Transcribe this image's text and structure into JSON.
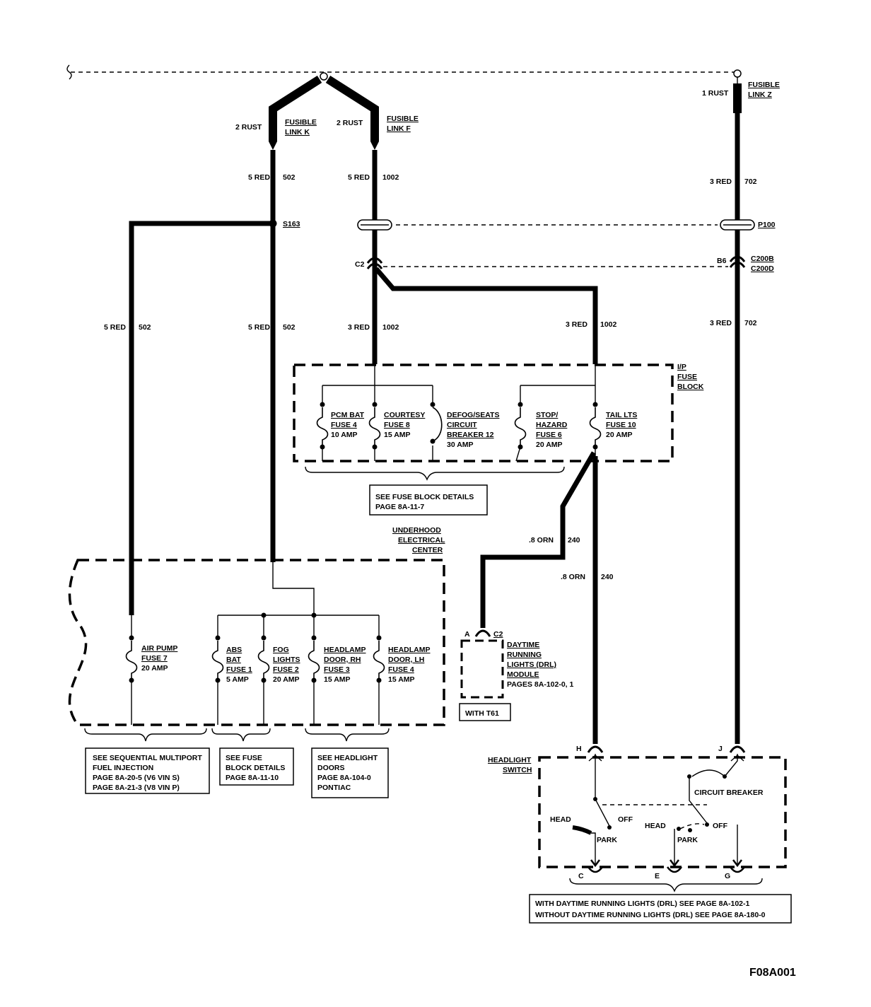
{
  "top_feed": {
    "fusible_link_k": {
      "wire": "2 RUST",
      "name_line1": "FUSIBLE",
      "name_line2": "LINK K"
    },
    "fusible_link_f": {
      "wire": "2 RUST",
      "name_line1": "FUSIBLE",
      "name_line2": "LINK F"
    },
    "fusible_link_z": {
      "wire": "1 RUST",
      "name_line1": "FUSIBLE",
      "name_line2": "LINK Z"
    }
  },
  "wires": {
    "w502_top": {
      "gauge": "5 RED",
      "circuit": "502"
    },
    "w1002_top": {
      "gauge": "5 RED",
      "circuit": "1002"
    },
    "w702_top": {
      "gauge": "3 RED",
      "circuit": "702"
    },
    "w502_left": {
      "gauge": "5 RED",
      "circuit": "502"
    },
    "w502_mid": {
      "gauge": "5 RED",
      "circuit": "502"
    },
    "w1002_mid": {
      "gauge": "3 RED",
      "circuit": "1002"
    },
    "w1002_right": {
      "gauge": "3 RED",
      "circuit": "1002"
    },
    "w702_mid": {
      "gauge": "3 RED",
      "circuit": "702"
    },
    "w240_a": {
      "gauge": ".8 ORN",
      "circuit": "240"
    },
    "w240_b": {
      "gauge": ".8 ORN",
      "circuit": "240"
    }
  },
  "connectors": {
    "splice": "S163",
    "p100": "P100",
    "c2": "C2",
    "b6": "B6",
    "c200b": "C200B",
    "c200d": "C200D"
  },
  "ip_fuse_block": {
    "title_line1": "I/P",
    "title_line2": "FUSE",
    "title_line3": "BLOCK",
    "fuses": [
      {
        "line1": "PCM BAT",
        "line2": "FUSE 4",
        "line3": "10 AMP"
      },
      {
        "line1": "COURTESY",
        "line2": "FUSE 8",
        "line3": "15 AMP"
      },
      {
        "line1": "DEFOG/SEATS",
        "line2": "CIRCUIT",
        "line3": "BREAKER 12",
        "line4": "30 AMP"
      },
      {
        "line1": "STOP/",
        "line2": "HAZARD",
        "line3": "FUSE 6",
        "line4": "20 AMP"
      },
      {
        "line1": "TAIL LTS",
        "line2": "FUSE 10",
        "line3": "20 AMP"
      }
    ],
    "ref_line1": "SEE FUSE BLOCK DETAILS",
    "ref_line2": "PAGE 8A-11-7"
  },
  "underhood": {
    "title_line1": "UNDERHOOD",
    "title_line2": "ELECTRICAL",
    "title_line3": "CENTER",
    "fuses": [
      {
        "line1": "AIR PUMP",
        "line2": "FUSE 7",
        "line3": "20 AMP"
      },
      {
        "line1": "ABS",
        "line2": "BAT",
        "line3": "FUSE 1",
        "line4": "5 AMP"
      },
      {
        "line1": "FOG",
        "line2": "LIGHTS",
        "line3": "FUSE 2",
        "line4": "20 AMP"
      },
      {
        "line1": "HEADLAMP",
        "line2": "DOOR, RH",
        "line3": "FUSE 3",
        "line4": "15 AMP"
      },
      {
        "line1": "HEADLAMP",
        "line2": "DOOR, LH",
        "line3": "FUSE 4",
        "line4": "15 AMP"
      }
    ],
    "ref_sfi": [
      "SEE SEQUENTIAL MULTIPORT",
      "FUEL INJECTION",
      "PAGE 8A-20-5   (V6 VIN S)",
      "PAGE 8A-21-3   (V8 VIN P)"
    ],
    "ref_fuse": [
      "SEE FUSE",
      "BLOCK DETAILS",
      "PAGE 8A-11-10"
    ],
    "ref_headlight": [
      "SEE HEADLIGHT",
      "DOORS",
      "PAGE 8A-104-0",
      "PONTIAC"
    ]
  },
  "drl_module": {
    "pin_a": "A",
    "connector": "C2",
    "line1": "DAYTIME",
    "line2": "RUNNING",
    "line3": "LIGHTS (DRL)",
    "line4": "MODULE",
    "line5": "PAGES 8A-102-0, 1",
    "option": "WITH T61"
  },
  "headlight_switch": {
    "title_line1": "HEADLIGHT",
    "title_line2": "SWITCH",
    "pin_h": "H",
    "pin_j": "J",
    "pin_c": "C",
    "pin_e": "E",
    "pin_g": "G",
    "breaker": "CIRCUIT BREAKER",
    "head_1": "HEAD",
    "off_1": "OFF",
    "park_1": "PARK",
    "head_2": "HEAD",
    "off_2": "OFF",
    "park_2": "PARK",
    "ref_line1": "WITH DAYTIME RUNNING LIGHTS (DRL)  SEE PAGE 8A-102-1",
    "ref_line2": "WITHOUT DAYTIME RUNNING LIGHTS (DRL)  SEE PAGE 8A-180-0"
  },
  "figure_id": "F08A001"
}
